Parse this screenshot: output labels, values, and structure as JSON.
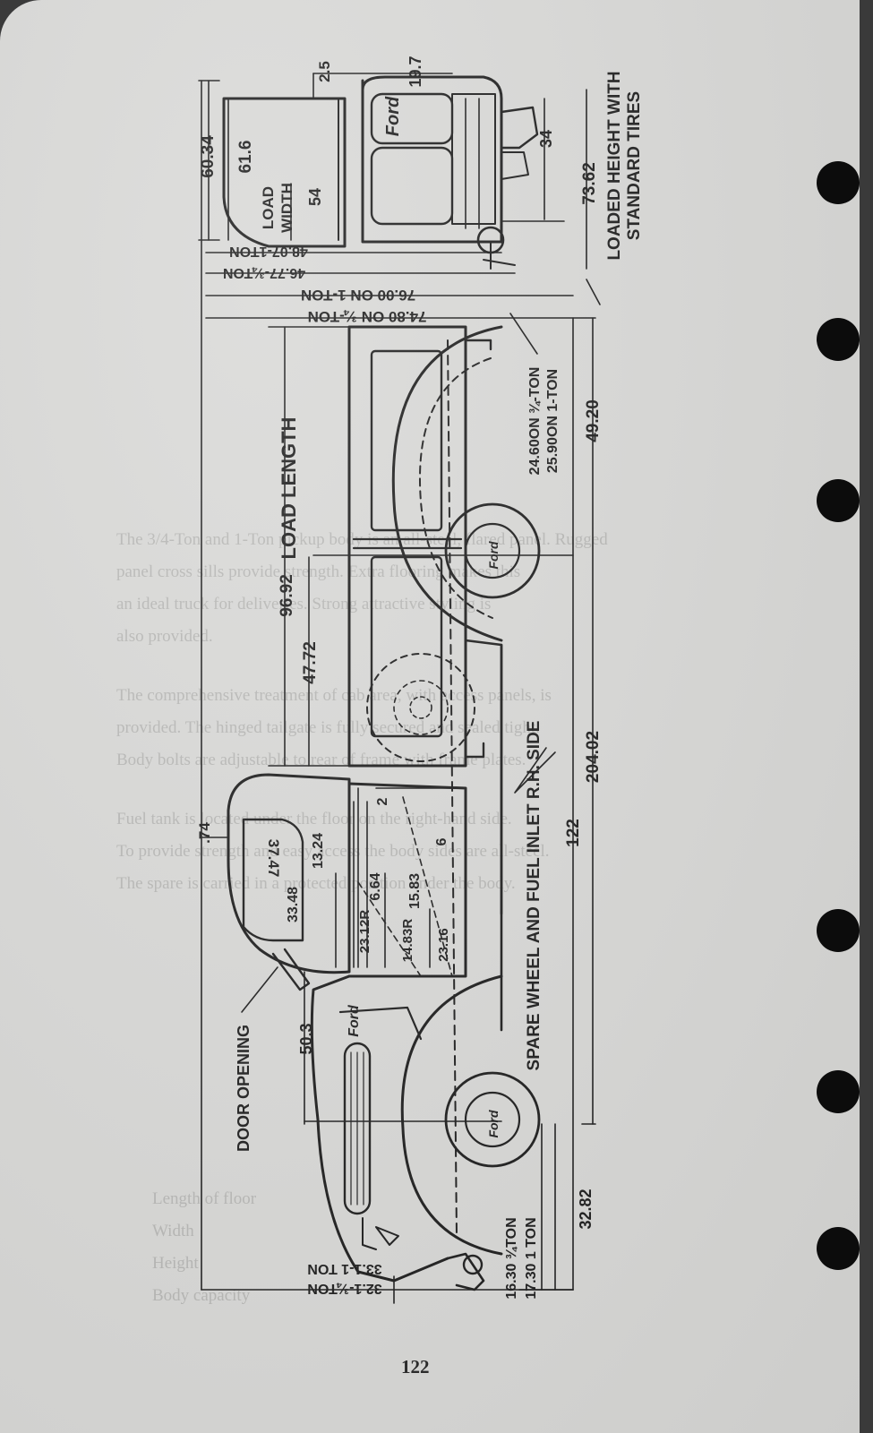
{
  "page": {
    "number": "122"
  },
  "labels": {
    "loaded_height_line1": "LOADED HEIGHT WITH",
    "loaded_height_line2": "STANDARD TIRES",
    "load_length": "LOAD  LENGTH",
    "load_width_line1": "LOAD",
    "load_width_line2": "WIDTH",
    "door_opening": "DOOR OPENING",
    "spare_wheel": "SPARE WHEEL AND FUEL INLET R.H. SIDE"
  },
  "dimensions": {
    "top_2_5": "2.5",
    "top_19_7": "19.7",
    "h_60_34": "60.34",
    "h_61_6": "61.6",
    "w_54": "54",
    "d_34": "34",
    "h_73_62": "73.62",
    "w_48_07": "48.07-1TON",
    "w_46_77": "46.77-¾TON",
    "w_76_00": "76.00 ON 1-TON",
    "w_74_80": "74.80 ON ¾-TON",
    "cl_24_60": "24.60ON ¾-TON",
    "cl_25_90": "25.90ON 1-TON",
    "d_49_20": "49.20",
    "l_96_92": "96.92",
    "l_47_72": "47.72",
    "l_204_02": "204.02",
    "wb_122": "122",
    "d_74": ".74",
    "d_37_47": "37.47",
    "d_13_24": "13.24",
    "d_33_48": "33.48",
    "d_6_64": "6.64",
    "d_15_83": "15.83",
    "d_2": "2",
    "d_6": "6",
    "d_23_12": "23.12R",
    "d_14_83": "14.83R",
    "d_23_16": "23.16",
    "d_50_3": "50.3",
    "d_32_82": "32.82",
    "fh_16_30": "16.30 ¾TON",
    "fh_17_30": "17.30 1 TON",
    "fo_33_1": "33.1-1 TON",
    "fo_32_1": "32.1-¾TON"
  },
  "logo_text": "Ford",
  "bleed_lines": [
    "The 3/4-Ton and 1-Ton pickup body is an all-steel, flared panel. Rugged",
    "panel cross sills provide strength. Extra flooring makes this",
    "an ideal truck for deliveries. Strong attractive styling is",
    "also provided.",
    "The comprehensive treatment of cab area, with access panels, is",
    "provided. The hinged tailgate is fully secured and sealed tight.",
    "Body bolts are adjustable to rear of frame with frame plates.",
    "Fuel tank is located under the floor on the right-hand side.",
    "To provide strength and easy access the body sides are all-steel.",
    "The spare is carried in a protected position under the body."
  ],
  "bleed_footer": [
    "Length of floor",
    "Width",
    "Height",
    "Body capacity"
  ]
}
